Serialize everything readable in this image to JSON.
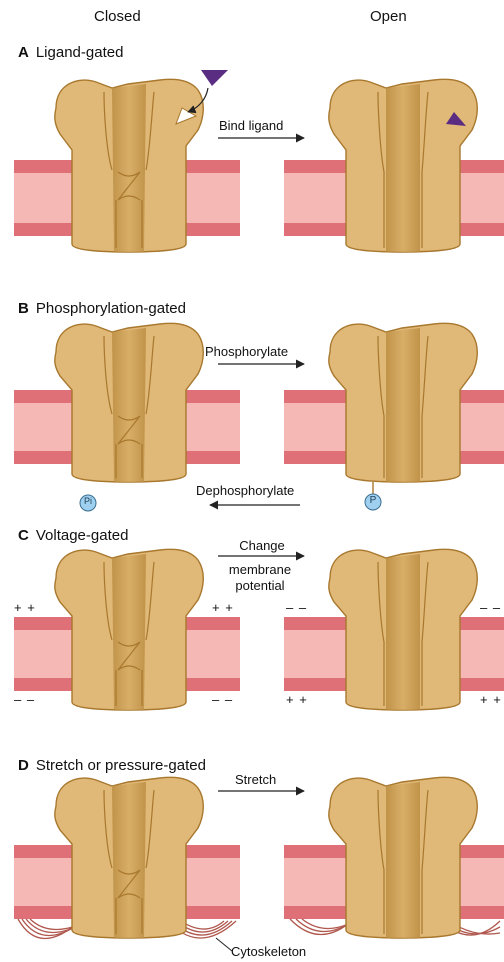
{
  "columns": {
    "closed": "Closed",
    "open": "Open"
  },
  "sections": [
    {
      "letter": "A",
      "title": "Ligand-gated",
      "action": "Bind ligand"
    },
    {
      "letter": "B",
      "title": "Phosphorylation-gated",
      "action": "Phosphorylate",
      "reverse_action": "Dephosphorylate",
      "phosphate_closed": "Pi",
      "phosphate_open": "P"
    },
    {
      "letter": "C",
      "title": "Voltage-gated",
      "action_lines": [
        "Change",
        "membrane",
        "potential"
      ],
      "plus": "+ +",
      "minus": "– –"
    },
    {
      "letter": "D",
      "title": "Stretch or pressure-gated",
      "action": "Stretch",
      "callout": "Cytoskeleton"
    }
  ],
  "colors": {
    "membrane_outer": "#e07078",
    "membrane_inner": "#f6b8b4",
    "protein_fill": "#e0b877",
    "protein_stroke": "#a8782e",
    "ligand": "#5a2d82",
    "phosphate": "#9fd0ef"
  }
}
